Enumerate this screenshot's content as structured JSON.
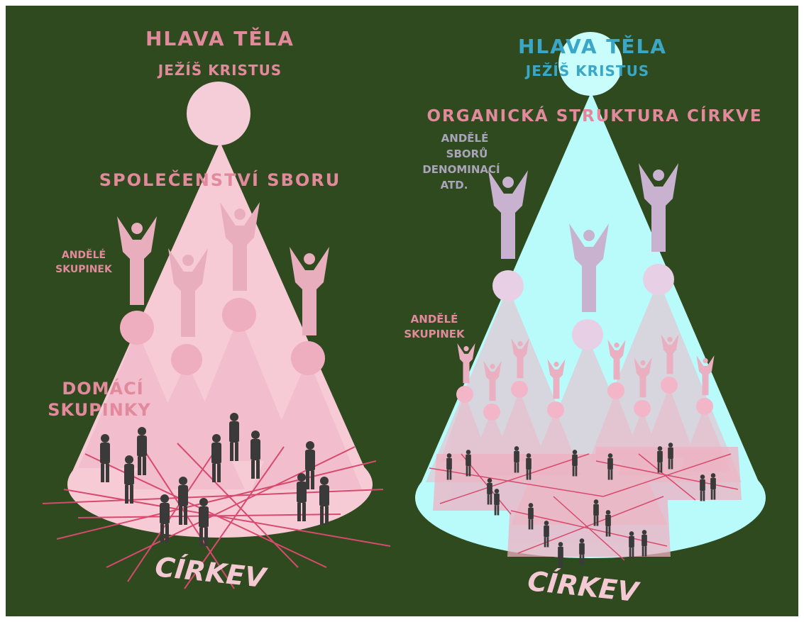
{
  "colors": {
    "background": "#2f4a1f",
    "frame": "#ffffff",
    "cone_pink": "#f7cbd6",
    "cone_cyan": "#b9fbfa",
    "sub_cone": "#efb3c4",
    "label_pink": "#e28a9c",
    "label_cyan": "#3aa7c7",
    "label_grey": "#a9a4b9",
    "arrow": "#d84a6d",
    "person": "#3a3a3a",
    "angel_pink": "#e8aebe",
    "angel_lilac": "#c9b1d0"
  },
  "left_panel": {
    "head_title": "HLAVA TĚLA",
    "head_subtitle": "JEŽÍŠ KRISTUS",
    "fellowship_label": "SPOLEČENSTVÍ SBORU",
    "group_angels_label": [
      "ANDĚLÉ",
      "SKUPINEK"
    ],
    "house_groups_label": [
      "DOMÁCÍ",
      "SKUPINKY"
    ],
    "church_label": "CÍRKEV"
  },
  "right_panel": {
    "head_title": "HLAVA TĚLA",
    "head_subtitle": "JEŽÍŠ KRISTUS",
    "structure_label": "ORGANICKÁ STRUKTURA CÍRKVE",
    "church_angels_label": [
      "ANDĚLÉ",
      "SBORŮ",
      "DENOMINACÍ",
      "ATD."
    ],
    "group_angels_label": [
      "ANDĚLÉ",
      "SKUPINEK"
    ],
    "church_label": "CÍRKEV"
  },
  "icons": [
    "angel-icon",
    "person-silhouette-icon",
    "arrow-icon"
  ]
}
